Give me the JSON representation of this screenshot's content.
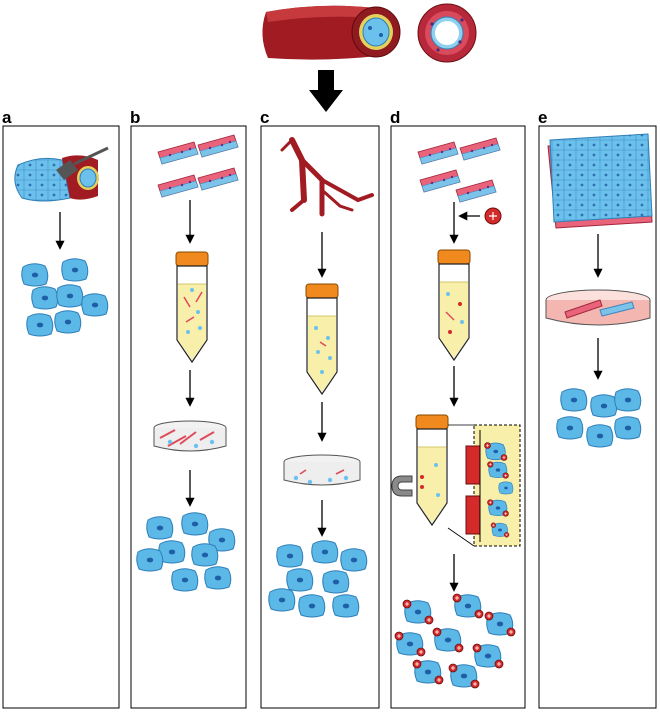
{
  "panels": [
    {
      "id": "a",
      "label": "a"
    },
    {
      "id": "b",
      "label": "b"
    },
    {
      "id": "c",
      "label": "c"
    },
    {
      "id": "d",
      "label": "d"
    },
    {
      "id": "e",
      "label": "e"
    }
  ],
  "colors": {
    "vessel_red": "#a11c22",
    "vessel_dark": "#7a0f14",
    "cell_blue": "#5cb8e6",
    "cell_nucleus": "#1f5fa8",
    "tube_cap": "#f08a1e",
    "tube_fluid": "#f8efaa",
    "dish_pink": "#f4b6b0",
    "bead_red": "#d42a2a",
    "magnet_gray": "#8a8a8a"
  },
  "icons": [
    "blood-vessel-icon",
    "vessel-cross-section-icon",
    "big-down-arrow-icon",
    "tissue-scraping-icon",
    "vessel-fragments-icon",
    "centrifuge-tube-icon",
    "culture-dish-icon",
    "endothelial-cell-icon",
    "branched-vessel-icon",
    "magnetic-bead-icon",
    "magnet-icon",
    "cell-monolayer-icon",
    "explant-dish-icon"
  ]
}
